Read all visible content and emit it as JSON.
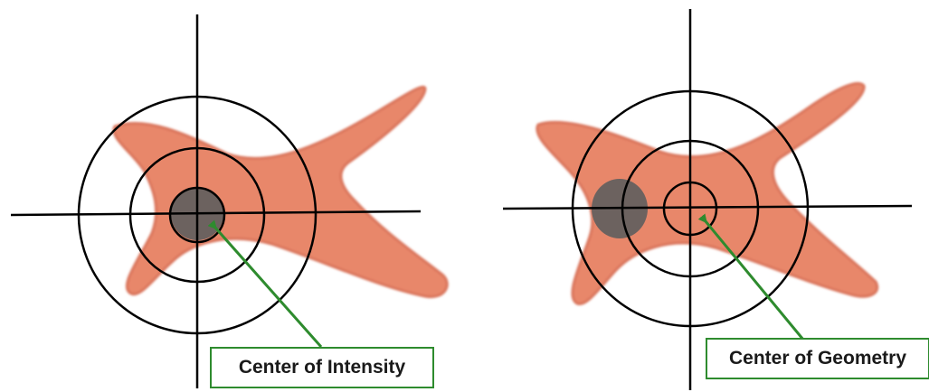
{
  "panels": [
    {
      "label": "Center of Intensity"
    },
    {
      "label": "Center of Geometry"
    }
  ],
  "colors": {
    "cell_fill": "#e8876a",
    "cell_edge": "#d9735a",
    "nucleus": "#5e5e5e",
    "rings": "#000000",
    "arrow": "#2e8b2e",
    "label_border": "#2e8b2e"
  },
  "icons": [
    "cell-shape",
    "nucleus",
    "crosshair",
    "target-ring",
    "pointer-arrow"
  ]
}
